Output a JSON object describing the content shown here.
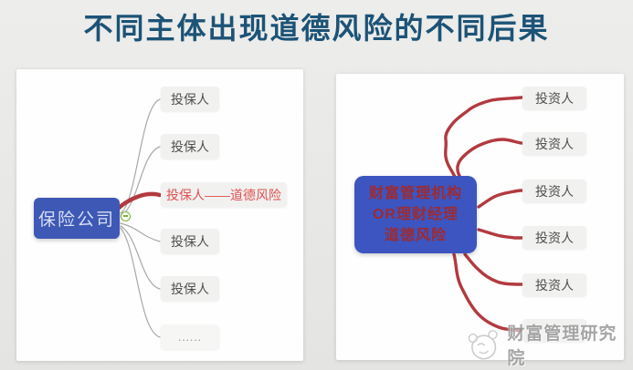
{
  "title": "不同主体出现道德风险的不同后果",
  "left_map": {
    "root_label": "保险公司",
    "children": [
      "投保人",
      "投保人",
      "投保人——道德风险",
      "投保人",
      "投保人",
      "......"
    ]
  },
  "right_map": {
    "root_label_lines": [
      "财富管理机构",
      "OR理财经理",
      "道德风险"
    ],
    "children": [
      "投资人",
      "投资人",
      "投资人",
      "投资人",
      "投资人",
      ""
    ]
  },
  "watermark": {
    "text": "财富管理研究院"
  },
  "icons": {
    "collapse_toggle": "minus-circle-icon",
    "watermark_logo": "institute-logo-icon"
  },
  "colors": {
    "title_text": "#1c5377",
    "root_node_fill": "#3e58b5",
    "root_node_text": "#d7dff2",
    "right_root_fill": "#3c55c0",
    "right_root_text": "#9c2b33",
    "branch_line_gray": "#a9a9a9",
    "moral_hazard_red": "#b23a40",
    "child_node_fill": "#f1f1f0",
    "child_node_text": "#4f4f4f",
    "highlight_text_red": "#e05151",
    "toggle_green": "#7db23e",
    "watermark_gray": "#9d9d9d"
  }
}
